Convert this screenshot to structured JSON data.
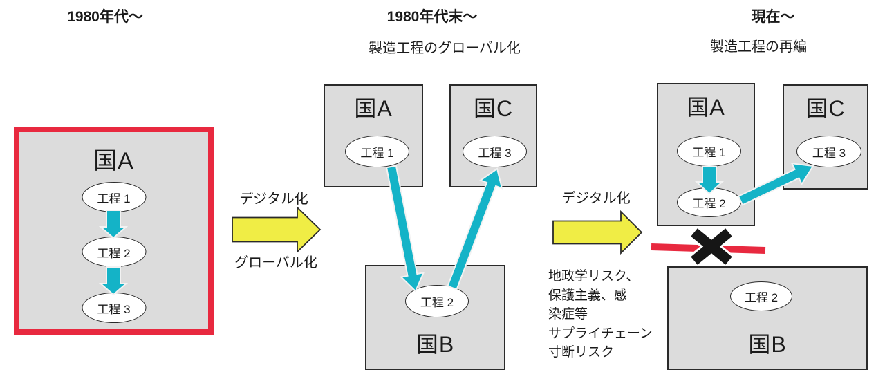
{
  "colors": {
    "cyan": "#14b3c7",
    "red": "#e8293f",
    "yellow": "#f0ed45",
    "box_fill": "#dcdcdc",
    "line": "#2a2a2a",
    "text": "#1a1a1a"
  },
  "era_1980s": {
    "title": "1980年代〜",
    "country_a": "国A",
    "process_1": "工程 1",
    "process_2": "工程 2",
    "process_3": "工程 3"
  },
  "transition_1": {
    "label_top": "デジタル化",
    "label_bottom": "グローバル化"
  },
  "era_late_1980s": {
    "title": "1980年代末〜",
    "subtitle": "製造工程のグローバル化",
    "country_a": "国A",
    "country_b": "国B",
    "country_c": "国C",
    "process_1": "工程 1",
    "process_2": "工程 2",
    "process_3": "工程 3"
  },
  "transition_2": {
    "label_top": "デジタル化",
    "risk_text": "地政学リスク、\n保護主義、感\n染症等\nサプライチェーン\n寸断リスク"
  },
  "era_present": {
    "title": "現在〜",
    "subtitle": "製造工程の再編",
    "country_a": "国A",
    "country_b": "国B",
    "country_c": "国C",
    "process_1": "工程 1",
    "process_2": "工程 2",
    "process_3": "工程 3"
  }
}
